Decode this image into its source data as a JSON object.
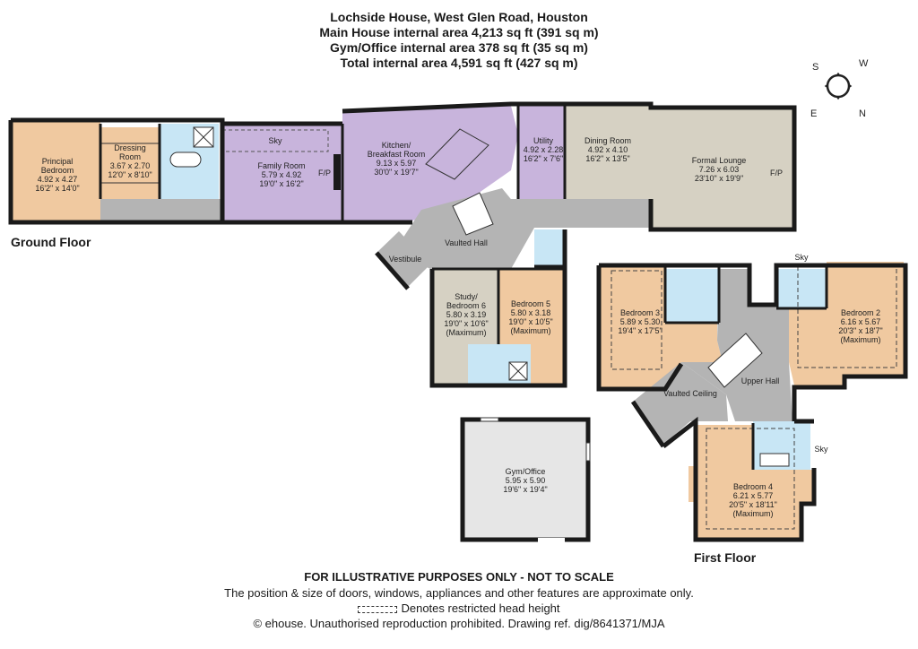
{
  "header": {
    "title": "Lochside House, West Glen Road, Houston",
    "line2": "Main House internal area 4,213 sq ft (391 sq m)",
    "line3": "Gym/Office internal area 378 sq ft (35 sq m)",
    "line4": "Total internal area 4,591 sq ft (427 sq m)"
  },
  "compass": {
    "s": "S",
    "w": "W",
    "e": "E",
    "n": "N"
  },
  "floors": {
    "ground": "Ground Floor",
    "first": "First Floor"
  },
  "rooms": {
    "principal": {
      "name1": "Principal",
      "name2": "Bedroom",
      "m": "4.92 x 4.27",
      "ft": "16'2\" x 14'0\""
    },
    "dressing": {
      "name1": "Dressing",
      "name2": "Room",
      "m": "3.67 x 2.70",
      "ft": "12'0\" x 8'10\""
    },
    "family": {
      "name": "Family Room",
      "m": "5.79 x 4.92",
      "ft": "19'0\" x 16'2\""
    },
    "kitchen": {
      "name1": "Kitchen/",
      "name2": "Breakfast Room",
      "m": "9.13 x 5.97",
      "ft": "30'0\" x 19'7\""
    },
    "utility": {
      "name": "Utility",
      "m": "4.92 x 2.28",
      "ft": "16'2\" x 7'6\""
    },
    "dining": {
      "name": "Dining Room",
      "m": "4.92 x 4.10",
      "ft": "16'2\" x 13'5\""
    },
    "lounge": {
      "name": "Formal Lounge",
      "m": "7.26 x 6.03",
      "ft": "23'10\" x 19'9\""
    },
    "vaulted_hall": {
      "name": "Vaulted Hall"
    },
    "vestibule": {
      "name": "Vestibule"
    },
    "study": {
      "name1": "Study/",
      "name2": "Bedroom 6",
      "m": "5.80 x 3.19",
      "ft": "19'0\" x 10'6\"",
      "note": "(Maximum)"
    },
    "bed5": {
      "name": "Bedroom 5",
      "m": "5.80 x 3.18",
      "ft": "19'0\" x 10'5\"",
      "note": "(Maximum)"
    },
    "bed3": {
      "name": "Bedroom 3",
      "m": "5.89 x 5.30",
      "ft": "19'4\" x 17'5\""
    },
    "bed2": {
      "name": "Bedroom 2",
      "m": "6.16 x 5.67",
      "ft": "20'3\" x 18'7\"",
      "note": "(Maximum)"
    },
    "upper_hall": {
      "name": "Upper Hall"
    },
    "vaulted_ceiling": {
      "name": "Vaulted Ceiling"
    },
    "bed4": {
      "name": "Bedroom 4",
      "m": "6.21 x 5.77",
      "ft": "20'5\" x 18'11\"",
      "note": "(Maximum)"
    },
    "gym": {
      "name": "Gym/Office",
      "m": "5.95 x 5.90",
      "ft": "19'6\" x 19'4\""
    }
  },
  "labels": {
    "sky": "Sky",
    "fp": "F/P"
  },
  "footer": {
    "line1": "FOR ILLUSTRATIVE PURPOSES ONLY - NOT TO SCALE",
    "line2": "The position & size of doors, windows, appliances and other features are approximate only.",
    "line3": "Denotes restricted head height",
    "line4": "© ehouse. Unauthorised reproduction prohibited. Drawing ref. dig/8641371/MJA"
  },
  "colors": {
    "bedroom": "#f0c9a0",
    "living": "#d6d1c3",
    "kitchen": "#c8b4dc",
    "circulation": "#b4b4b4",
    "bathroom": "#c8e6f5",
    "gym": "#e6e6e6",
    "wall": "#1a1a1a"
  }
}
